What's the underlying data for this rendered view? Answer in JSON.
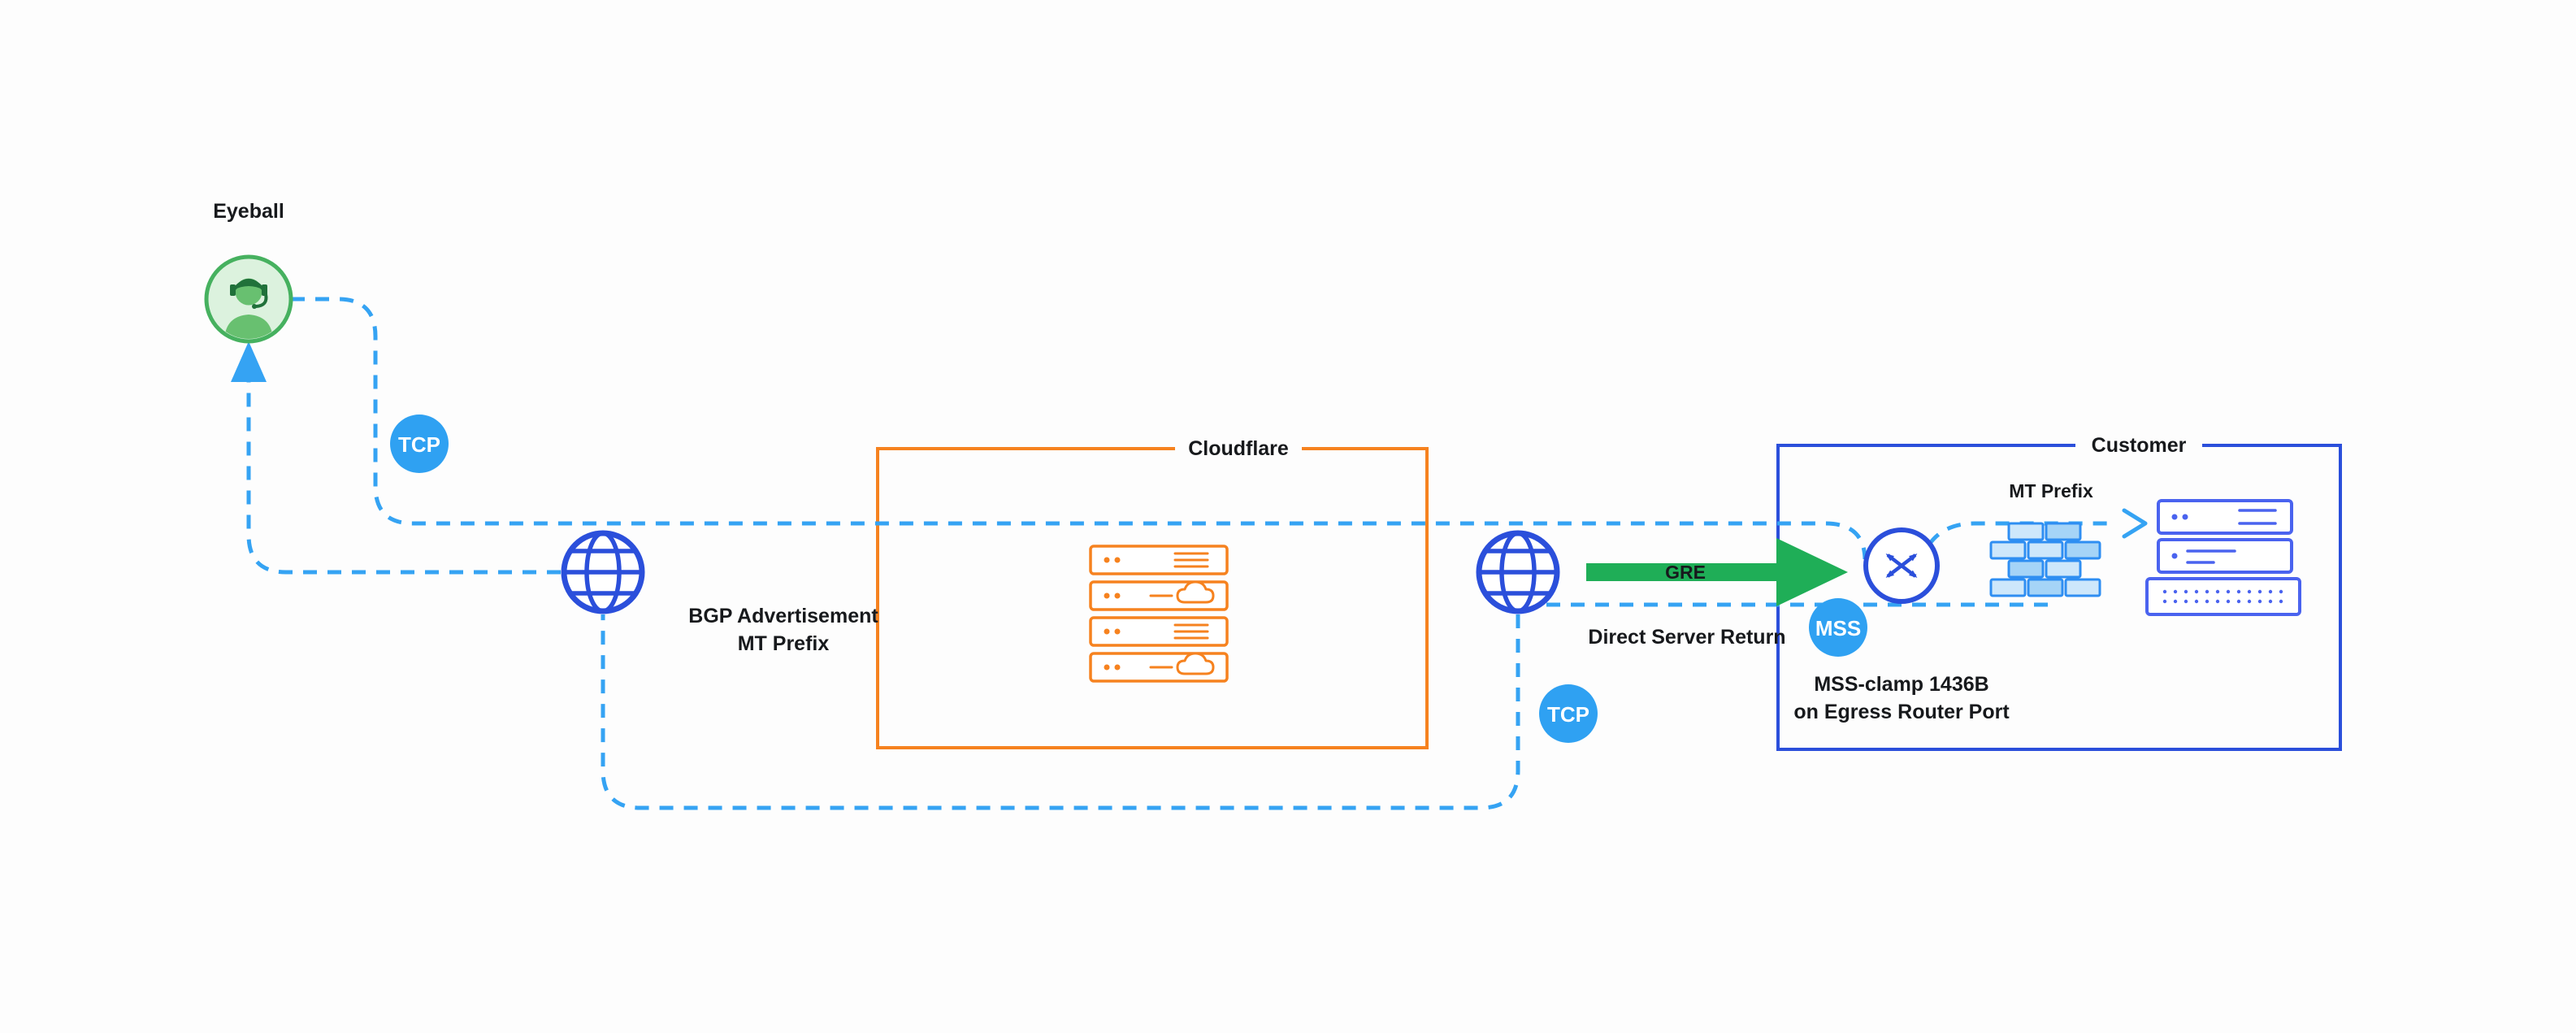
{
  "badges": {
    "tcp_ingress": "TCP",
    "tcp_egress": "TCP",
    "mss": "MSS"
  },
  "nodes": {
    "eyeball_label": "Eyeball",
    "cloudflare_label": "Cloudflare",
    "customer_label": "Customer",
    "mt_prefix_label": "MT Prefix"
  },
  "annotations": {
    "bgp": [
      "BGP Advertisement",
      "MT Prefix"
    ],
    "gre": "GRE",
    "dsr": "Direct Server Return",
    "mss_clamp": [
      "MSS-clamp 1436B",
      "on Egress Router Port"
    ]
  },
  "icons": {
    "eyeball": "person-with-headset-icon",
    "internet_left": "globe-icon",
    "internet_right": "globe-icon",
    "cloudflare_servers": "server-rack-stack-icon",
    "router": "circle-crossed-arrows-router-icon",
    "firewall": "brick-wall-firewall-icon",
    "customer_servers": "server-rack-icon",
    "return_arrow": "up-arrow-icon",
    "gre_arrow": "right-arrow-icon",
    "ingress_arrow": "chevron-right-icon"
  },
  "colors": {
    "background": "#fdfdfd",
    "text": "#17191c",
    "line_blue": "#35a3f3",
    "badge_blue": "#2fa1f2",
    "icon_blue": "#2b4fdb",
    "server_blue": "#4a63ef",
    "firewall_stroke": "#2e8ef2",
    "firewall_fill": "#cde7fb",
    "firewall_accent": "#a5d4f7",
    "orange": "#f6821f",
    "green": "#1fae57",
    "eyeball_ring": "#46b15f",
    "eyeball_fill": "#dcf2de",
    "person": "#68c070",
    "person_dark": "#20713a"
  }
}
